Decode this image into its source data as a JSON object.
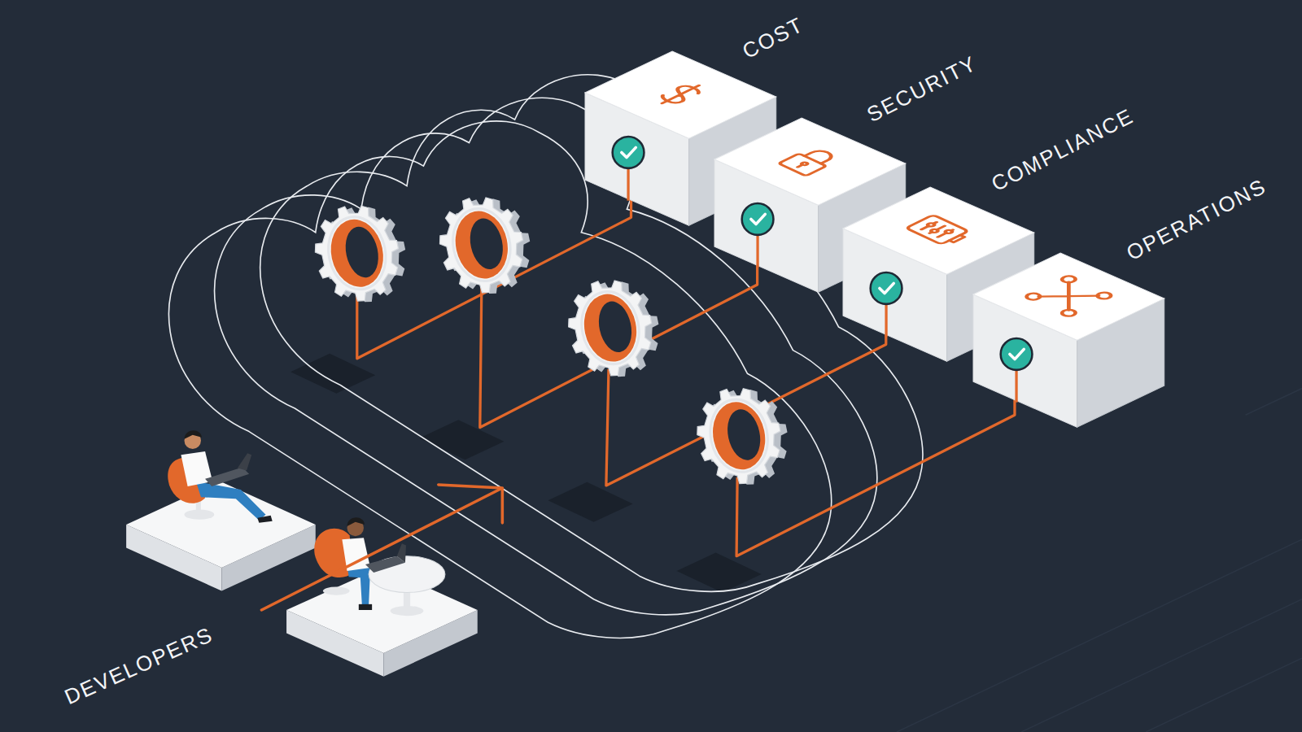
{
  "diagram": {
    "nodes": [
      {
        "text": [
          "COST"
        ]
      },
      {
        "text": [
          "SECURITY"
        ]
      },
      {
        "text": [
          "COMPLIANCE"
        ]
      },
      {
        "text": [
          "OPERATIONS"
        ]
      }
    ],
    "labels": [
      "DEVELOPERS"
    ]
  }
}
